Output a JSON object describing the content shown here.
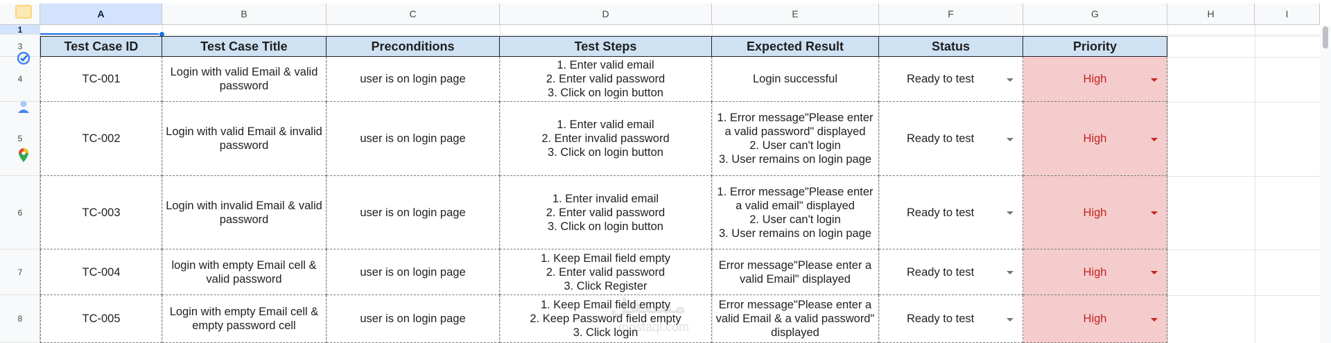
{
  "columns": [
    "A",
    "B",
    "C",
    "D",
    "E",
    "F",
    "G",
    "H",
    "I"
  ],
  "selected_column": "A",
  "rows": [
    "1",
    "3",
    "4",
    "5",
    "6",
    "7",
    "8"
  ],
  "selected_row": "1",
  "side_icons": [
    "keep-notes-icon",
    "tasks-icon",
    "contacts-icon",
    "maps-icon"
  ],
  "header": {
    "id": "Test Case ID",
    "title": "Test Case Title",
    "preconditions": "Preconditions",
    "steps": "Test Steps",
    "expected": "Expected Result",
    "status": "Status",
    "priority": "Priority"
  },
  "test_cases": [
    {
      "id": "TC-001",
      "title": "Login with valid Email & valid password",
      "preconditions": "user is on login page",
      "steps": "1. Enter valid email\n2. Enter valid password\n3. Click on login button",
      "expected": "Login successful",
      "status": "Ready to test",
      "priority": "High"
    },
    {
      "id": "TC-002",
      "title": "Login with valid Email & invalid password",
      "preconditions": "user is on login page",
      "steps": "1. Enter valid email\n2. Enter invalid password\n3. Click on login button",
      "expected": "1. Error message\"Please enter a valid password\" displayed\n2. User can't login\n3. User remains on login page",
      "status": "Ready to test",
      "priority": "High"
    },
    {
      "id": "TC-003",
      "title": "Login with invalid Email & valid password",
      "preconditions": "user is on login page",
      "steps": "1. Enter invalid email\n2. Enter valid password\n3. Click on login button",
      "expected": "1. Error message\"Please enter a valid email\" displayed\n2. User can't login\n3. User remains on login page",
      "status": "Ready to test",
      "priority": "High"
    },
    {
      "id": "TC-004",
      "title": "login with empty Email cell & valid password",
      "preconditions": "user is on login page",
      "steps": "1. Keep Email field empty\n2. Enter valid password\n3. Click Register",
      "expected": "Error message\"Please enter a valid Email\" displayed",
      "status": "Ready to test",
      "priority": "High"
    },
    {
      "id": "TC-005",
      "title": "Login with empty Email cell & empty  password cell",
      "preconditions": "user is on login page",
      "steps": "1. Keep Email field empty\n2. Keep Password field empty\n3. Click login",
      "expected": "Error message\"Please enter a valid Email & a valid password\" displayed",
      "status": "Ready to test",
      "priority": "High"
    }
  ],
  "colors": {
    "header_fill": "#cfe2f3",
    "priority_fill": "#f4cccc",
    "priority_text": "#c5221f",
    "selection": "#1a73e8"
  },
  "watermark": {
    "logo": "مستقل",
    "site": "mostaql.com"
  }
}
